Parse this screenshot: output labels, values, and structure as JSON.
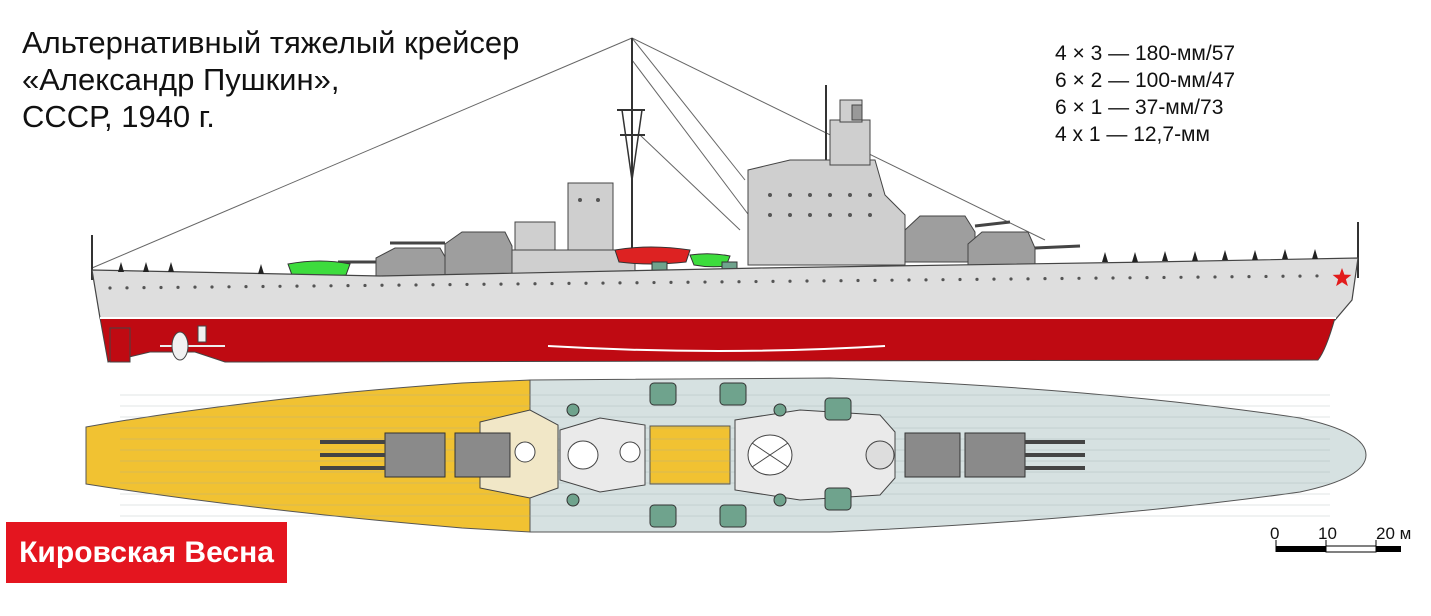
{
  "diagram": {
    "title_lines": [
      "Альтернативный тяжелый крейсер",
      "«Александр Пушкин»,",
      "СССР, 1940 г."
    ],
    "armament": [
      "4 × 3 — 180-мм/57",
      "6 × 2 — 100-мм/47",
      "6 × 1 — 37-мм/73",
      "4 x 1 — 12,7-мм"
    ],
    "brand": "Кировская Весна",
    "scale_bar": {
      "labels": [
        "0",
        "10",
        "20 м"
      ]
    }
  },
  "colors": {
    "hull_grey": "#dedede",
    "hull_red": "#bf0a12",
    "deck_yellow": "#f1c232",
    "deck_bluegrey": "#d6e1e1",
    "boat_green": "#3ddc3d",
    "turret_grey": "#8a8a8a",
    "brand_red": "#e4151f",
    "star_red": "#e21b1b"
  }
}
